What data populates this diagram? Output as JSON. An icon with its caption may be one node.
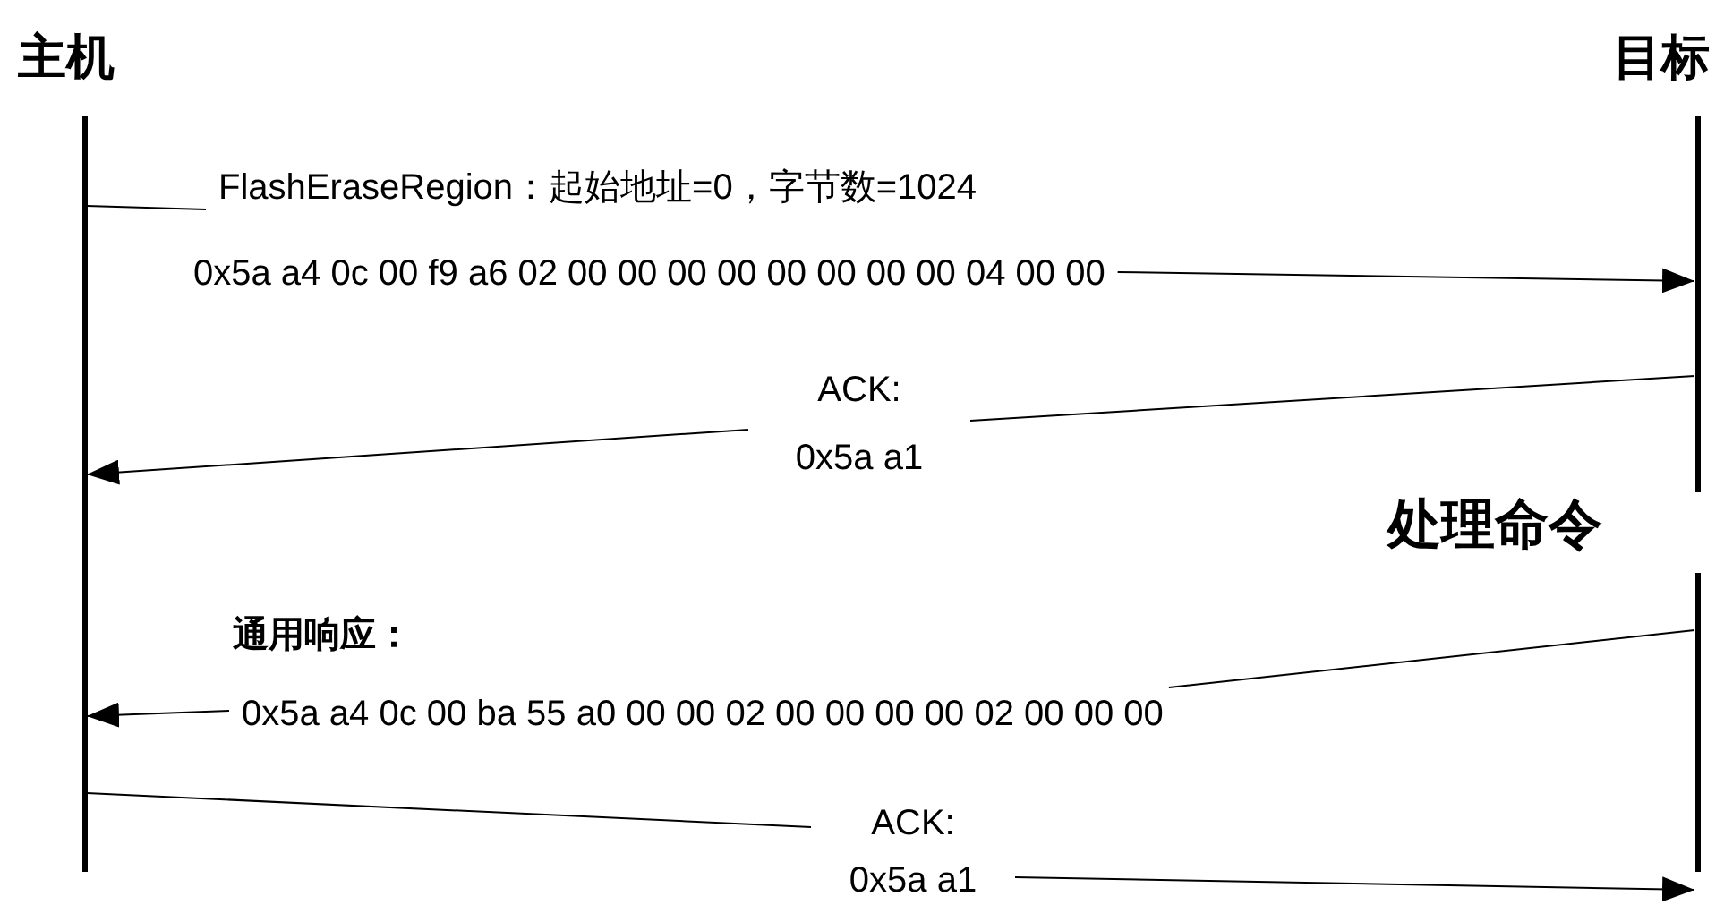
{
  "diagram": {
    "nodes": [
      {
        "text": [
          "主机"
        ]
      },
      {
        "text": [
          "目标"
        ],
        "beside": [
          "处理命令"
        ]
      },
      {
        "text": [
          "FlashEraseRegion：起始地址=0，字节数=1024",
          "0x5a a4 0c 00 f9 a6 02 00 00 00 00 00 00 00 00 04 00 00"
        ]
      },
      {
        "text": [
          "ACK:",
          "0x5a a1"
        ]
      },
      {
        "text": [
          "通用响应：",
          "0x5a a4 0c 00 ba 55 a0 00 00 02 00 00 00 00 02 00 00 00"
        ]
      },
      {
        "text": [
          "ACK:",
          "0x5a a1"
        ]
      }
    ],
    "edges": [
      {
        "from": 0,
        "to": 2,
        "arrow": "none"
      },
      {
        "from": 2,
        "to": 1,
        "arrow": "to"
      },
      {
        "from": 1,
        "to": 3,
        "arrow": "none"
      },
      {
        "from": 3,
        "to": 0,
        "arrow": "to"
      },
      {
        "from": 1,
        "to": 4,
        "arrow": "none"
      },
      {
        "from": 4,
        "to": 0,
        "arrow": "to"
      },
      {
        "from": 0,
        "to": 5,
        "arrow": "none"
      },
      {
        "from": 5,
        "to": 1,
        "arrow": "to"
      }
    ]
  }
}
